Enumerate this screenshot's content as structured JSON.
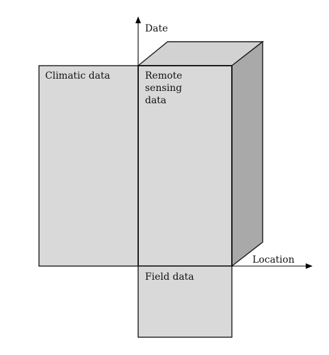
{
  "axes": {
    "vertical_label": "Date",
    "horizontal_label": "Location"
  },
  "panels": {
    "climatic": "Climatic data",
    "remote_sensing": [
      "Remote",
      "sensing",
      "data"
    ],
    "field": "Field data"
  },
  "colors": {
    "panel_front": "#d9d9d9",
    "panel_top": "#d2d2d2",
    "panel_side": "#a9a9a9",
    "line": "#1a1a1a"
  }
}
